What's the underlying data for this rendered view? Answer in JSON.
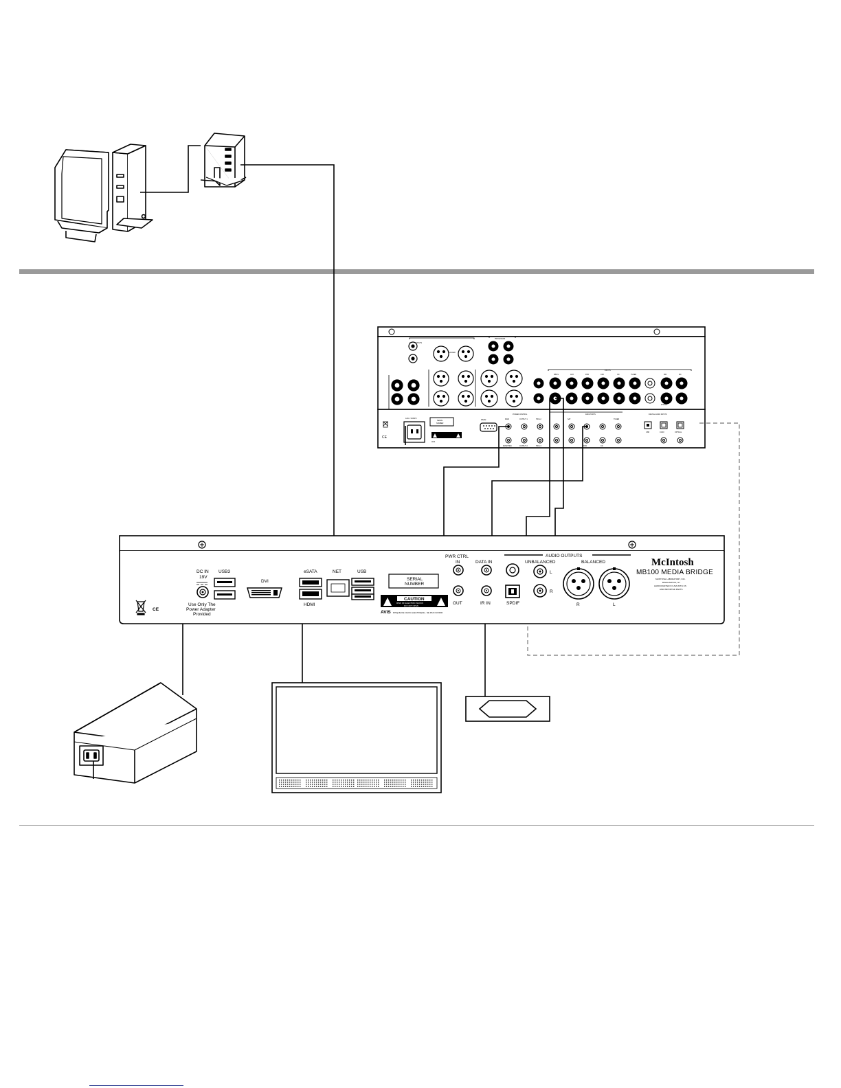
{
  "mb100": {
    "ports": {
      "dc_in": "DC IN",
      "dc_voltage": "19V",
      "usb3": "USB3",
      "dvi": "DVI",
      "esata": "eSATA",
      "hdmi": "HDMI",
      "net": "NET",
      "usb": "USB",
      "pwr_ctrl": "PWR CTRL",
      "pwr_in": "IN",
      "pwr_out": "OUT",
      "data_in": "DATA IN",
      "ir_in": "IR IN",
      "spdif": "SPDIF",
      "audio_outputs": "AUDIO OUTPUTS",
      "unbalanced": "UNBALANCED",
      "balanced": "BALANCED",
      "ch_l": "L",
      "ch_r": "R"
    },
    "power_note": [
      "Use Only The",
      "Power Adapter",
      "Provided"
    ],
    "serial_label": [
      "SERIAL",
      "NUMBER"
    ],
    "caution": {
      "title": "CAUTION",
      "line1": "RISK OF ELECTRIC SHOCK",
      "line2": "DO NOT OPEN"
    },
    "avis": "AVIS",
    "avis_text": "RISQUE DE CHOC ELECTRIQUE - NE PAS OUVRIR",
    "ce": "CE",
    "brand": "McIntosh",
    "model": "MB100 MEDIA BRIDGE",
    "maker": [
      "McINTOSH LABORATORY, INC.",
      "BINGHAMTON, NY",
      "HANDCRAFTED IN USA WITH US",
      "AND IMPORTED PARTS"
    ]
  },
  "preamp": {
    "main_outputs": "MAIN OUTPUTS",
    "processor": "PROCESSOR",
    "balanced": "BALANCED",
    "inputs": "INPUTS",
    "input_names": [
      "MB/VL",
      "AUX",
      "DVD",
      "CD2",
      "CD",
      "TUNER",
      "MM",
      "MC"
    ],
    "phono": "PHONO",
    "power_control": "POWER CONTROL",
    "data_ports": "DATA PORTS",
    "digital_audio_inputs": "DIGITAL AUDIO INPUTS",
    "serial_label": [
      "SERIAL",
      "NUMBER"
    ],
    "trigger_labels": [
      "MAIN",
      "OUTPUT 1",
      "TRIG 2",
      "PASSTHRU",
      "OUTPUT 2",
      "TRIG 3"
    ],
    "data_labels": [
      "SAT",
      "DVD",
      "CD",
      "TUNER"
    ],
    "usb_label": "USB",
    "coax_label": "COAX",
    "optical_label": "OPTICAL"
  }
}
